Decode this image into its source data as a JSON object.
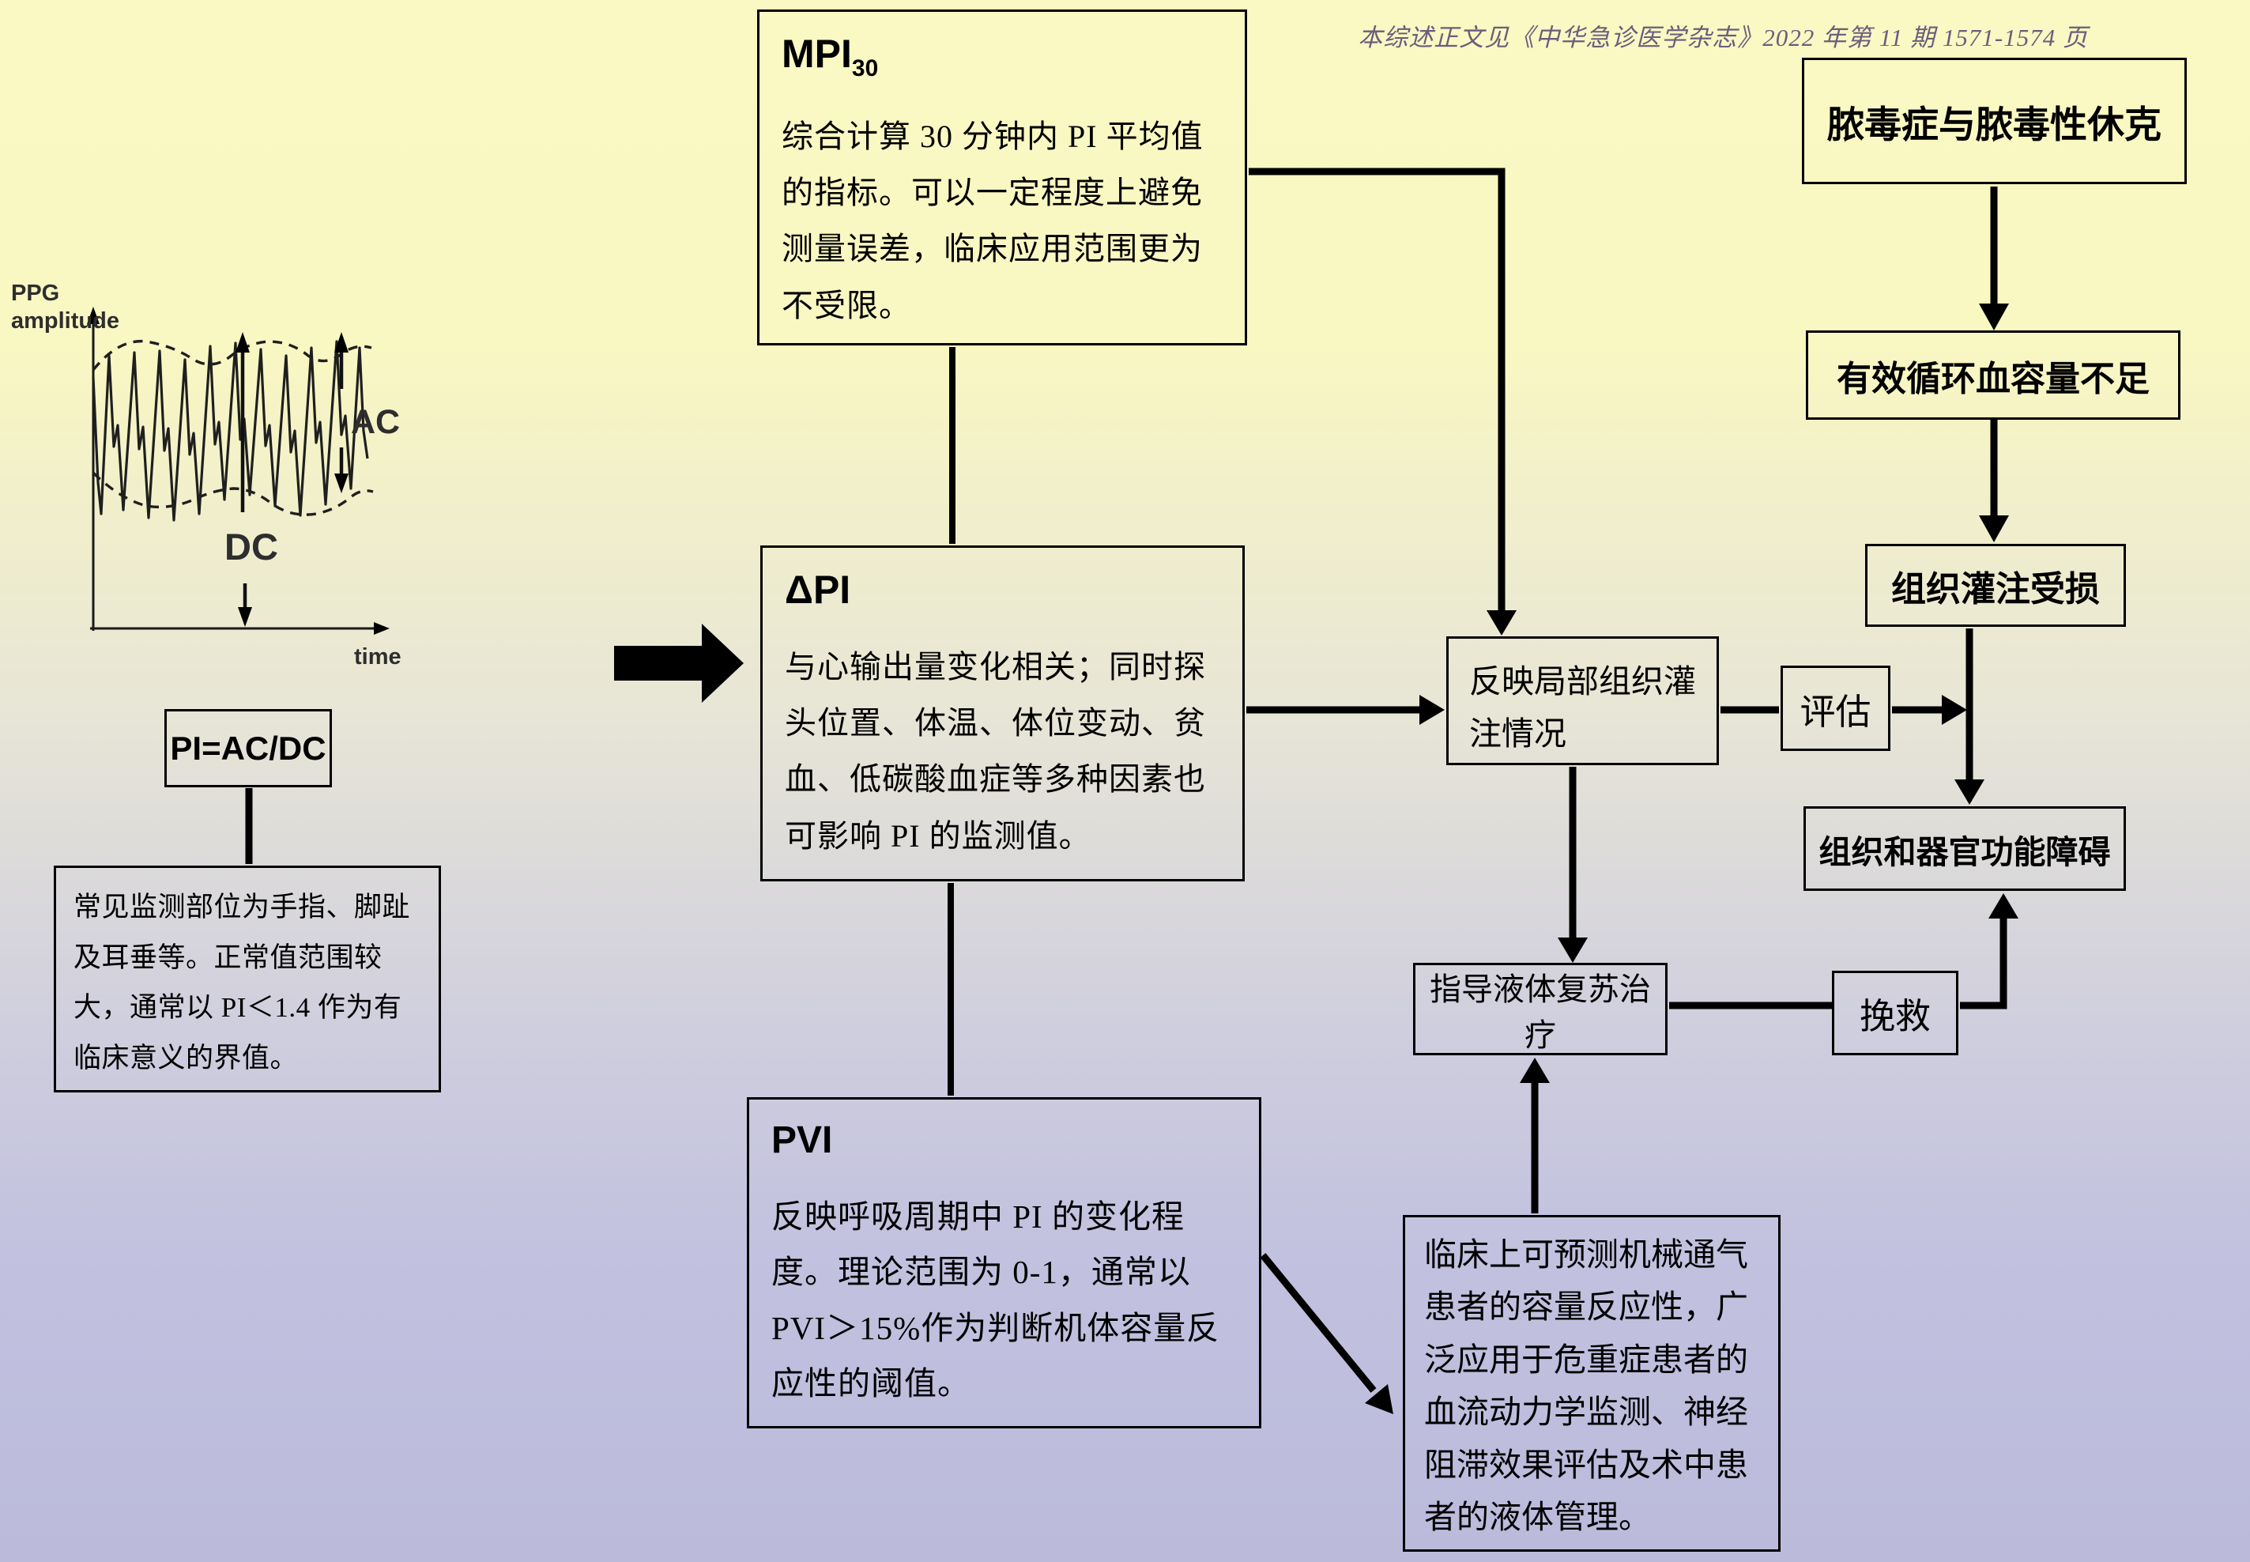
{
  "citation": "本综述正文见《中华急诊医学杂志》2022 年第 11 期 1571-1574 页",
  "figure": {
    "y_label_line1": "PPG",
    "y_label_line2": "amplitude",
    "x_label": "time",
    "ac_label": "AC",
    "dc_label": "DC"
  },
  "boxes": {
    "mpi": {
      "title": "MPI",
      "title_sub": "30",
      "body": "综合计算 30 分钟内 PI 平均值的指标。可以一定程度上避免测量误差，临床应用范围更为不受限。"
    },
    "delta_pi": {
      "title": "ΔPI",
      "body": "与心输出量变化相关；同时探头位置、体温、体位变动、贫血、低碳酸血症等多种因素也可影响 PI 的监测值。"
    },
    "pvi": {
      "title": "PVI",
      "body": "反映呼吸周期中 PI 的变化程度。理论范围为 0-1，通常以 PVI＞15%作为判断机体容量反应性的阈值。"
    },
    "pi_formula": {
      "label": "PI=AC/DC"
    },
    "monitor_sites": {
      "body": "常见监测部位为手指、脚趾及耳垂等。正常值范围较大，通常以 PI＜1.4 作为有临床意义的界值。"
    },
    "sepsis": {
      "label": "脓毒症与脓毒性休克"
    },
    "hypovolemia": {
      "label": "有效循环血容量不足"
    },
    "perfusion_impaired": {
      "label": "组织灌注受损"
    },
    "organ_dysfunction": {
      "label": "组织和器官功能障碍"
    },
    "local_perfusion": {
      "label": "反映局部组织灌注情况"
    },
    "evaluate": {
      "label": "评估"
    },
    "fluid_resus": {
      "label": "指导液体复苏治疗"
    },
    "rescue": {
      "label": "挽救"
    },
    "clinical_apps": {
      "body": "临床上可预测机械通气患者的容量反应性，广泛应用于危重症患者的血流动力学监测、神经阻滞效果评估及术中患者的液体管理。"
    }
  },
  "colors": {
    "background_top": "#faf8c3",
    "background_bottom": "#bbbadb",
    "line": "#000000",
    "citation_text": "#6b5d7c"
  }
}
